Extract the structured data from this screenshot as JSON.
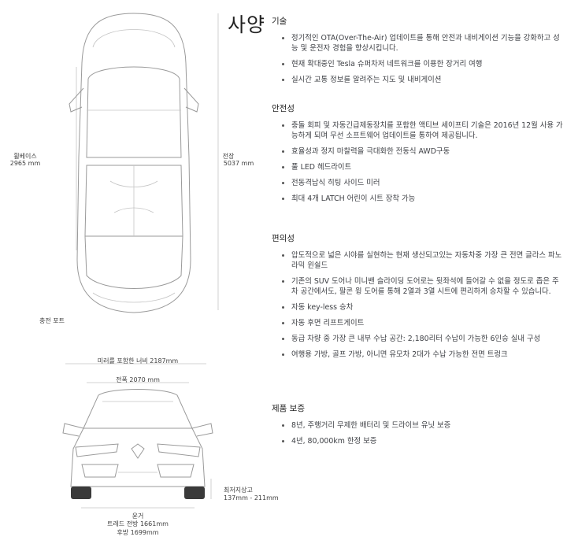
{
  "title": "사양",
  "dimensions": {
    "wheelbase_label": "휠베이스",
    "wheelbase_value": "2965 mm",
    "length_label": "전장",
    "length_value": "5037 mm",
    "charge_port": "충전 포트",
    "width_mirrors": "미러를 포함한 너비 2187mm",
    "width": "전폭 2070 mm",
    "clearance_label": "최저지상고",
    "clearance_value": "137mm - 211mm",
    "track_label": "윤거",
    "track_front": "트레드 전방 1661mm",
    "track_rear": "후방 1699mm"
  },
  "sections": [
    {
      "heading": "기술",
      "items": [
        "정기적인 OTA(Over-The-Air) 업데이트를 통해 안전과 내비게이션 기능을 강화하고 성능 및 운전자 경험을 향상시킵니다.",
        "현재 확대중인 Tesla 슈퍼차저 네트워크를 이용한 장거리 여행",
        "실시간 교통 정보를 알려주는 지도 및 내비게이션"
      ]
    },
    {
      "heading": "안전성",
      "items": [
        "충돌 회피 및 자동긴급제동장치를 포함한 액티브 세이프티 기술은 2016년 12월 사용 가능하게 되며 무선 소프트웨어 업데이트를 통하여 제공됩니다.",
        "효율성과 정지 마찰력을 극대화한 전동식 AWD구동",
        "풀 LED 헤드라이트",
        "전동격납식 히팅 사이드 미러",
        "최대 4개 LATCH 어린이 시트 장착 가능"
      ]
    },
    {
      "heading": "편의성",
      "items": [
        "압도적으로 넓은 시야를 실현하는 현재 생산되고있는 자동차중 가장 큰 전면 글라스 파노라믹 윈쉴드",
        "기존의 SUV 도어나 미니밴 슬라이딩 도어로는 뒷좌석에 들어갈 수 없을 정도로 좁은 주차 공간에서도, 팔콘 윙 도어를 통해 2열과 3열 시트에 편리하게 승차할 수 있습니다.",
        "자동 key-less 승차",
        "자동 후면 리프트게이트",
        "동급 차량 중 가장 큰 내부 수납 공간: 2,180리터 수납이 가능한 6인승 실내 구성",
        "여행용 가방, 골프 가방, 아니면 유모차 2대가 수납 가능한 전면 트렁크"
      ]
    },
    {
      "heading": "제품 보증",
      "items": [
        "8년, 주행거리 무제한 배터리 및 드라이브 유닛 보증",
        "4년, 80,000km 한정 보증"
      ]
    }
  ]
}
